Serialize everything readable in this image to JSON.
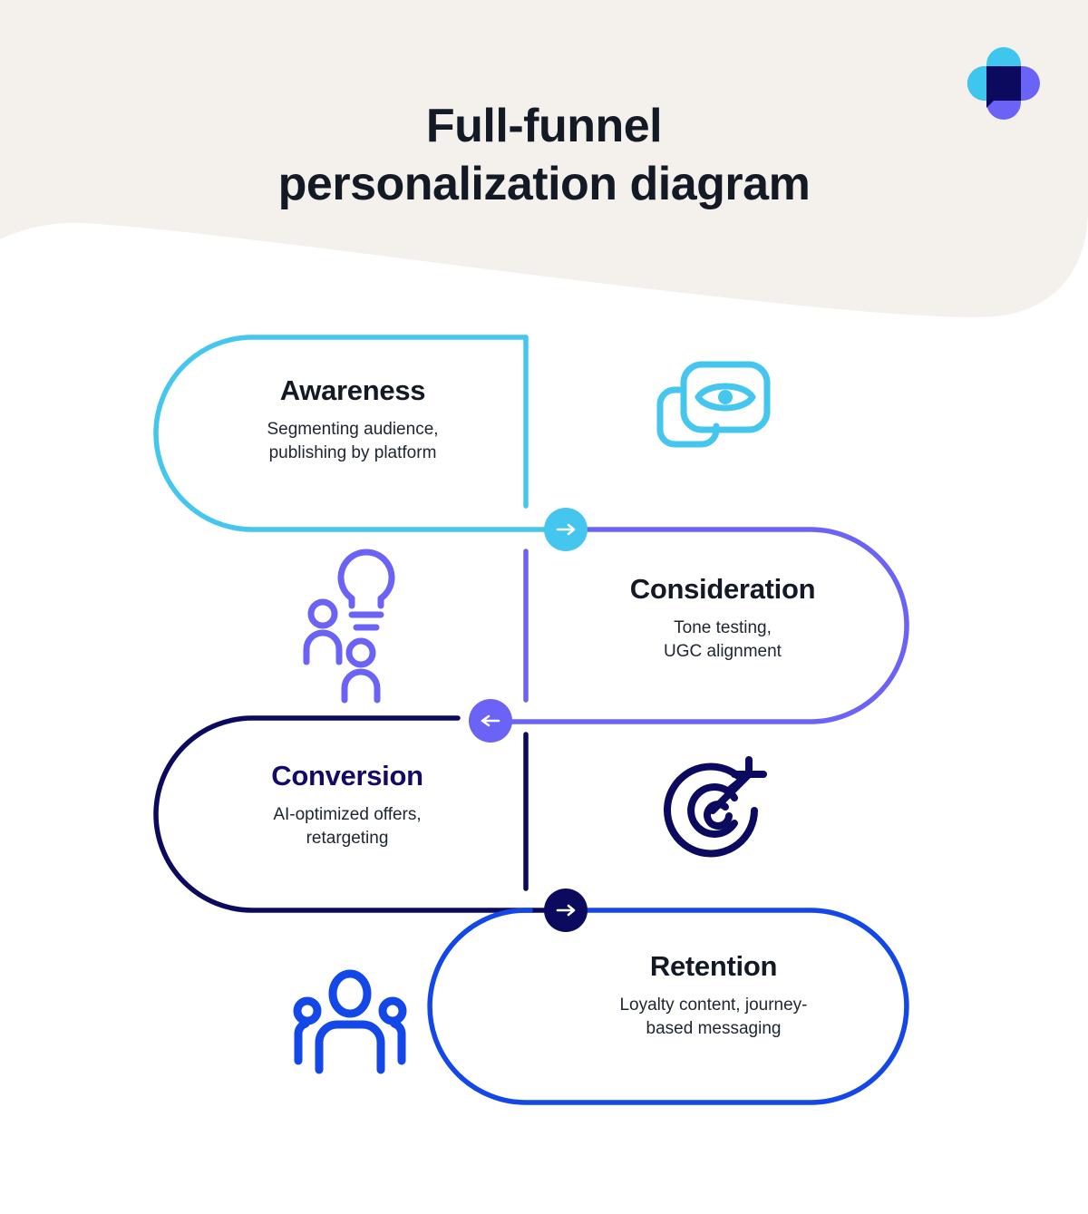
{
  "header": {
    "title_line1": "Full-funnel",
    "title_line2": "personalization diagram",
    "band_color": "#f4f1ec",
    "title_color": "#131a26",
    "logo_name": "brand-plus-logo",
    "logo_colors": {
      "cyan": "#3fc6ef",
      "purple": "#6b63f5",
      "navy": "#0b0a5e"
    }
  },
  "diagram": {
    "type": "funnel-flow",
    "stages": [
      {
        "id": "awareness",
        "title": "Awareness",
        "description_line1": "Segmenting audience,",
        "description_line2": "publishing by platform",
        "color": "#45c6ef",
        "title_color": "#131a26",
        "side": "left",
        "icon": "eye-icon",
        "icon_label": "eye-visibility-icon"
      },
      {
        "id": "consideration",
        "title": "Consideration",
        "description_line1": "Tone testing,",
        "description_line2": "UGC alignment",
        "color": "#6b63f5",
        "title_color": "#131a26",
        "side": "right",
        "icon": "lightbulb-people-icon",
        "icon_label": "lightbulb-idea-people-icon"
      },
      {
        "id": "conversion",
        "title": "Conversion",
        "description_line1": "AI-optimized offers,",
        "description_line2": "retargeting",
        "color": "#0b0a5e",
        "title_color": "#120a66",
        "side": "left",
        "icon": "target-arrow-icon",
        "icon_label": "target-bullseye-arrow-icon"
      },
      {
        "id": "retention",
        "title": "Retention",
        "description_line1": "Loyalty content, journey-",
        "description_line2": "based messaging",
        "color": "#1347e8",
        "title_color": "#131a26",
        "side": "right",
        "icon": "people-group-icon",
        "icon_label": "people-group-icon"
      }
    ],
    "connectors": [
      {
        "id": "awareness-to-consideration",
        "direction": "right",
        "color": "#45c6ef",
        "glyph": "→"
      },
      {
        "id": "consideration-to-conversion",
        "direction": "left",
        "color": "#6b63f5",
        "glyph": "←"
      },
      {
        "id": "conversion-to-retention",
        "direction": "right",
        "color": "#0b0a5e",
        "glyph": "→"
      }
    ]
  }
}
